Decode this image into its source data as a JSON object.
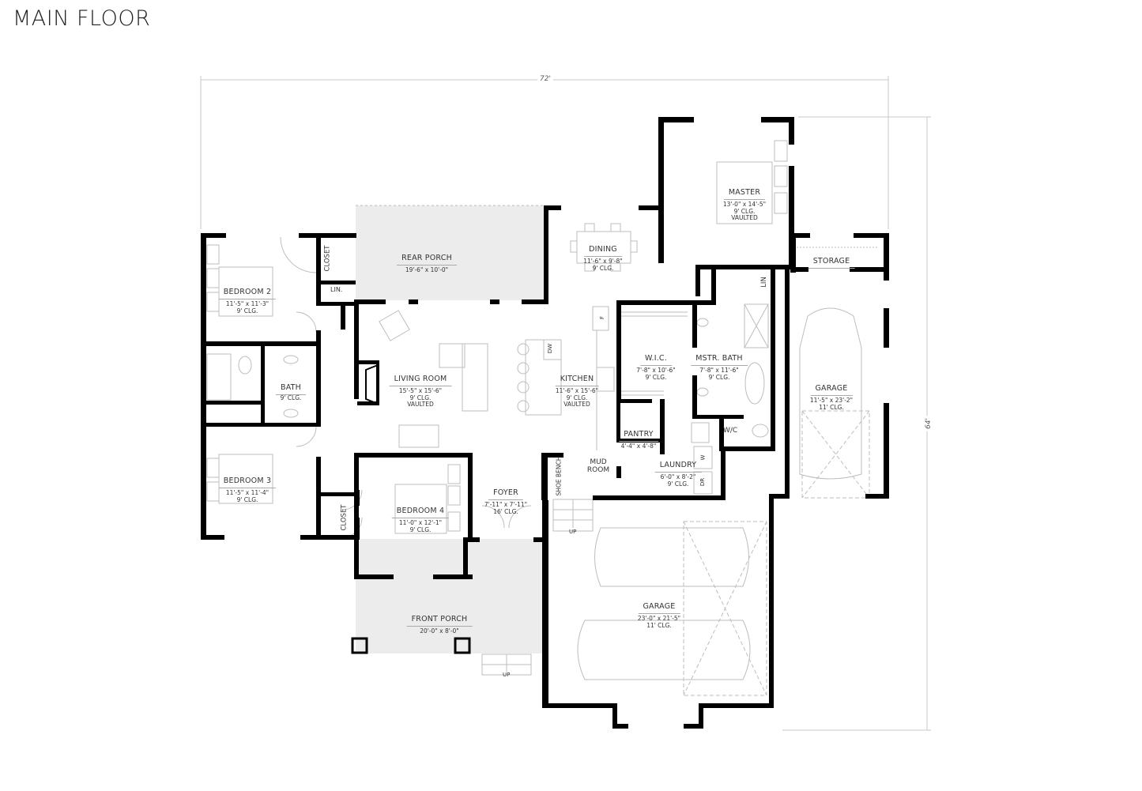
{
  "title": "MAIN FLOOR",
  "dimensions": {
    "width": "72'",
    "depth": "64'"
  },
  "rooms": {
    "bedroom2": {
      "name": "BEDROOM 2",
      "dims": "11'-5\" x 11'-3\"",
      "ceiling": "9' CLG."
    },
    "rear_porch": {
      "name": "REAR PORCH",
      "dims": "19'-6\" x 10'-0\""
    },
    "dining": {
      "name": "DINING",
      "dims": "11'-6\" x 9'-8\"",
      "ceiling": "9' CLG."
    },
    "master": {
      "name": "MASTER",
      "dims": "13'-0\" x 14'-5\"",
      "ceiling": "9' CLG.",
      "extra": "VAULTED"
    },
    "storage": {
      "name": "STORAGE"
    },
    "bath": {
      "name": "BATH",
      "ceiling": "9' CLG."
    },
    "living_room": {
      "name": "LIVING ROOM",
      "dims": "15'-5\" x 15'-6\"",
      "ceiling": "9' CLG.",
      "extra": "VAULTED"
    },
    "kitchen": {
      "name": "KITCHEN",
      "dims": "11'-6\" x 15'-6\"",
      "ceiling": "9' CLG.",
      "extra": "VAULTED"
    },
    "wic": {
      "name": "W.I.C.",
      "dims": "7'-8\" x 10'-6\"",
      "ceiling": "9' CLG."
    },
    "master_bath": {
      "name": "MSTR. BATH",
      "dims": "7'-8\" x 11'-6\"",
      "ceiling": "9' CLG."
    },
    "garage_single": {
      "name": "GARAGE",
      "dims": "11'-5\" x 23'-2\"",
      "ceiling": "11' CLG."
    },
    "pantry": {
      "name": "PANTRY",
      "dims": "4'-4\" x 4'-8\""
    },
    "wc": {
      "name": "W/C"
    },
    "laundry": {
      "name": "LAUNDRY",
      "dims": "6'-0\" x 8'-2\"",
      "ceiling": "9' CLG."
    },
    "mud_room": {
      "name": "MUD",
      "name2": "ROOM"
    },
    "bedroom3": {
      "name": "BEDROOM 3",
      "dims": "11'-5\" x 11'-4\"",
      "ceiling": "9' CLG."
    },
    "bedroom4": {
      "name": "BEDROOM 4",
      "dims": "11'-0\" x 12'-1\"",
      "ceiling": "9' CLG."
    },
    "foyer": {
      "name": "FOYER",
      "dims": "7'-11\" x 7'-11\"",
      "ceiling": "16' CLG."
    },
    "front_porch": {
      "name": "FRONT PORCH",
      "dims": "20'-0\" x 8'-0\""
    },
    "garage_double": {
      "name": "GARAGE",
      "dims": "23'-0\" x 21'-5\"",
      "ceiling": "11' CLG."
    }
  },
  "labels": {
    "closet_upper": "CLOSET",
    "closet_lower": "CLOSET",
    "lin_bed": "LIN.",
    "lin_master": "LIN",
    "shoe_bench": "SHOE BENCH",
    "dw": "DW",
    "fridge": "F",
    "washer": "W",
    "dryer": "DR",
    "up_mud": "UP",
    "up_porch": "UP"
  },
  "colors": {
    "wall": "#000000",
    "porch_fill": "#ececec",
    "fixture_line": "#bbbbbb",
    "dim_line": "#c8c8c8"
  }
}
